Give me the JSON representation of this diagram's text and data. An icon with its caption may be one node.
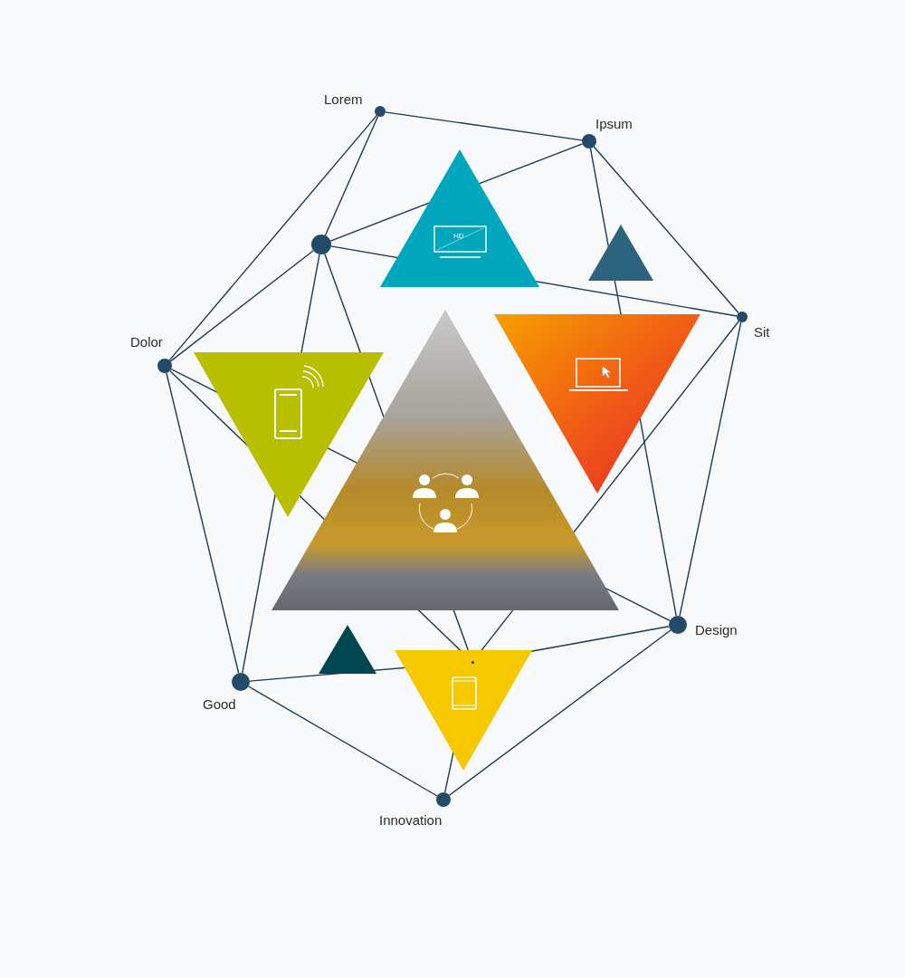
{
  "diagram": {
    "nodes": [
      {
        "text": [
          "Lorem"
        ]
      },
      {
        "text": [
          "Ipsum"
        ]
      },
      {
        "text": [],
        "shape": "circle"
      },
      {
        "text": [
          "Sit"
        ]
      },
      {
        "text": [
          "Dolor"
        ]
      },
      {
        "text": [
          "Design"
        ]
      },
      {
        "text": [],
        "shape": "point"
      },
      {
        "text": [
          "Good"
        ]
      },
      {
        "text": [
          "Innovation"
        ]
      }
    ],
    "edges": [
      {
        "from": 0,
        "to": 1,
        "arrow": "none"
      },
      {
        "from": 0,
        "to": 2,
        "arrow": "none"
      },
      {
        "from": 0,
        "to": 4,
        "arrow": "none"
      },
      {
        "from": 1,
        "to": 2,
        "arrow": "none"
      },
      {
        "from": 1,
        "to": 3,
        "arrow": "none"
      },
      {
        "from": 1,
        "to": 5,
        "arrow": "none"
      },
      {
        "from": 2,
        "to": 3,
        "arrow": "none"
      },
      {
        "from": 2,
        "to": 4,
        "arrow": "none"
      },
      {
        "from": 2,
        "to": 7,
        "arrow": "none"
      },
      {
        "from": 2,
        "to": 6,
        "arrow": "none"
      },
      {
        "from": 4,
        "to": 7,
        "arrow": "none"
      },
      {
        "from": 4,
        "to": 6,
        "arrow": "none"
      },
      {
        "from": 4,
        "to": 5,
        "arrow": "none"
      },
      {
        "from": 3,
        "to": 5,
        "arrow": "none"
      },
      {
        "from": 3,
        "to": 6,
        "arrow": "none"
      },
      {
        "from": 6,
        "to": 7,
        "arrow": "none"
      },
      {
        "from": 6,
        "to": 5,
        "arrow": "none"
      },
      {
        "from": 6,
        "to": 8,
        "arrow": "none"
      },
      {
        "from": 7,
        "to": 8,
        "arrow": "none"
      },
      {
        "from": 5,
        "to": 8,
        "arrow": "none"
      }
    ],
    "labels": [
      "HD"
    ]
  }
}
